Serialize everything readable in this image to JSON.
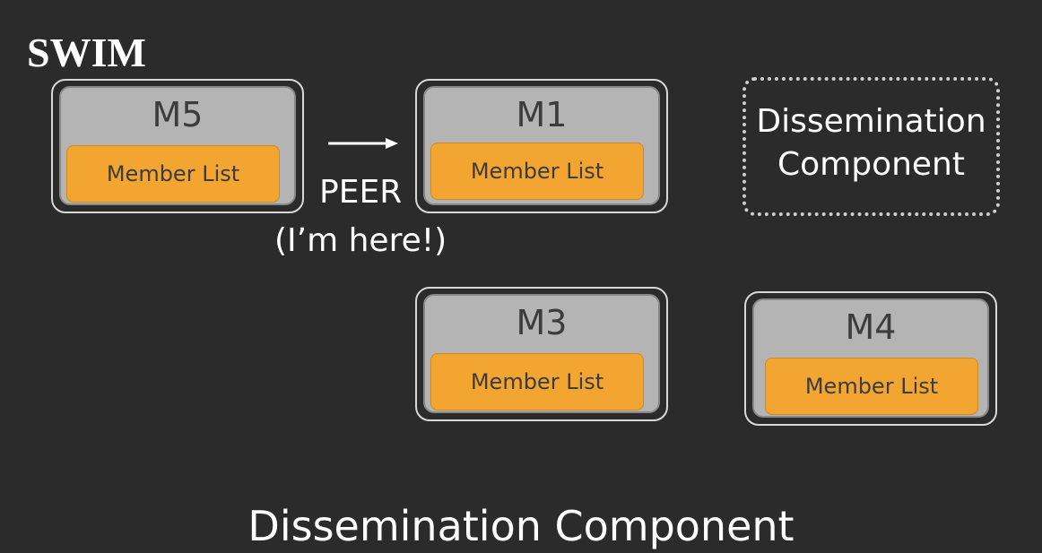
{
  "title": "SWIM",
  "nodes": [
    {
      "id": "M5",
      "list_label": "Member List"
    },
    {
      "id": "M1",
      "list_label": "Member List"
    },
    {
      "id": "M3",
      "list_label": "Member List"
    },
    {
      "id": "M4",
      "list_label": "Member List"
    }
  ],
  "message": {
    "type": "PEER",
    "text": "(I’m here!)"
  },
  "dissemination_box": {
    "line1": "Dissemination",
    "line2": "Component"
  },
  "caption": "Dissemination Component",
  "colors": {
    "background": "#2b2b2b",
    "node": "#b4b4b4",
    "member_list": "#f2a530"
  }
}
